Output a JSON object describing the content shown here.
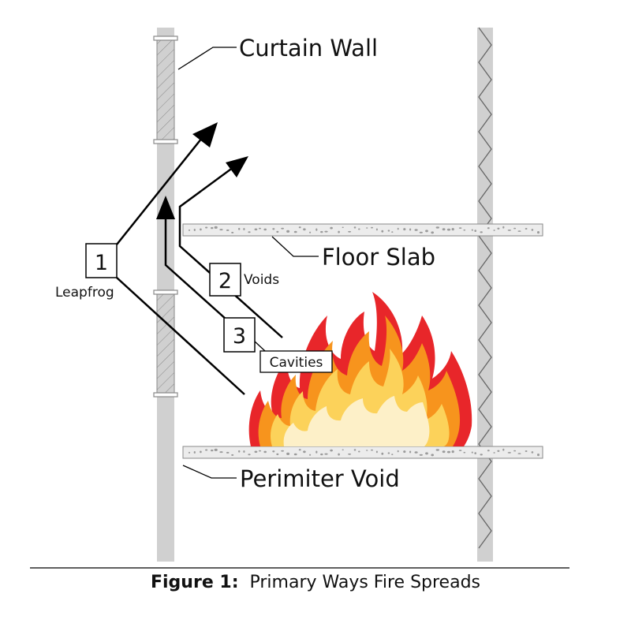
{
  "labels": {
    "curtain_wall": "Curtain Wall",
    "floor_slab": "Floor Slab",
    "perimeter_void": "Perimiter Void",
    "voids": "Voids",
    "cavities": "Cavities",
    "leapfrog": "Leapfrog"
  },
  "markers": {
    "one": "1",
    "two": "2",
    "three": "3"
  },
  "caption": {
    "prefix": "Figure 1:",
    "text": "Primary Ways Fire Spreads"
  },
  "colors": {
    "wall_gray": "#d0d0d0",
    "flame_red": "#e8262a",
    "flame_orange": "#f7941d",
    "flame_yellow": "#fcd25a",
    "flame_light": "#fdf0c8"
  }
}
